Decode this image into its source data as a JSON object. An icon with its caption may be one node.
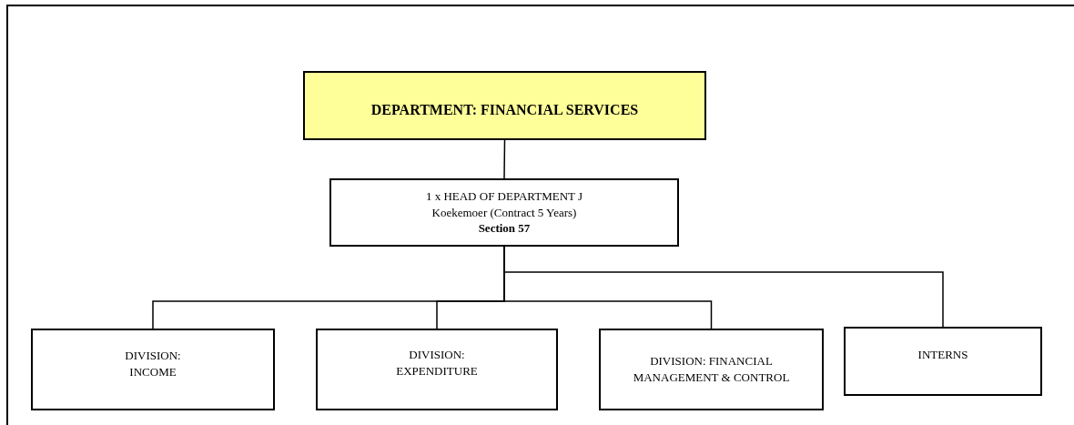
{
  "diagram": {
    "nodes": [
      {
        "text": [
          "DEPARTMENT: FINANCIAL SERVICES"
        ]
      },
      {
        "text": [
          "1 x HEAD OF DEPARTMENT J Koekemoer (Contract 5 Years)",
          "Section 57"
        ]
      },
      {
        "text": [
          "DIVISION: INCOME"
        ]
      },
      {
        "text": [
          "DIVISION: EXPENDITURE"
        ]
      },
      {
        "text": [
          "DIVISION: FINANCIAL MANAGEMENT & CONTROL"
        ]
      },
      {
        "text": [
          "INTERNS"
        ]
      }
    ],
    "edges": [
      {
        "from": 0,
        "to": 1,
        "arrow": "none"
      },
      {
        "from": 1,
        "to": 2,
        "arrow": "none"
      },
      {
        "from": 1,
        "to": 3,
        "arrow": "none"
      },
      {
        "from": 1,
        "to": 4,
        "arrow": "none"
      },
      {
        "from": 1,
        "to": 5,
        "arrow": "none"
      }
    ]
  }
}
